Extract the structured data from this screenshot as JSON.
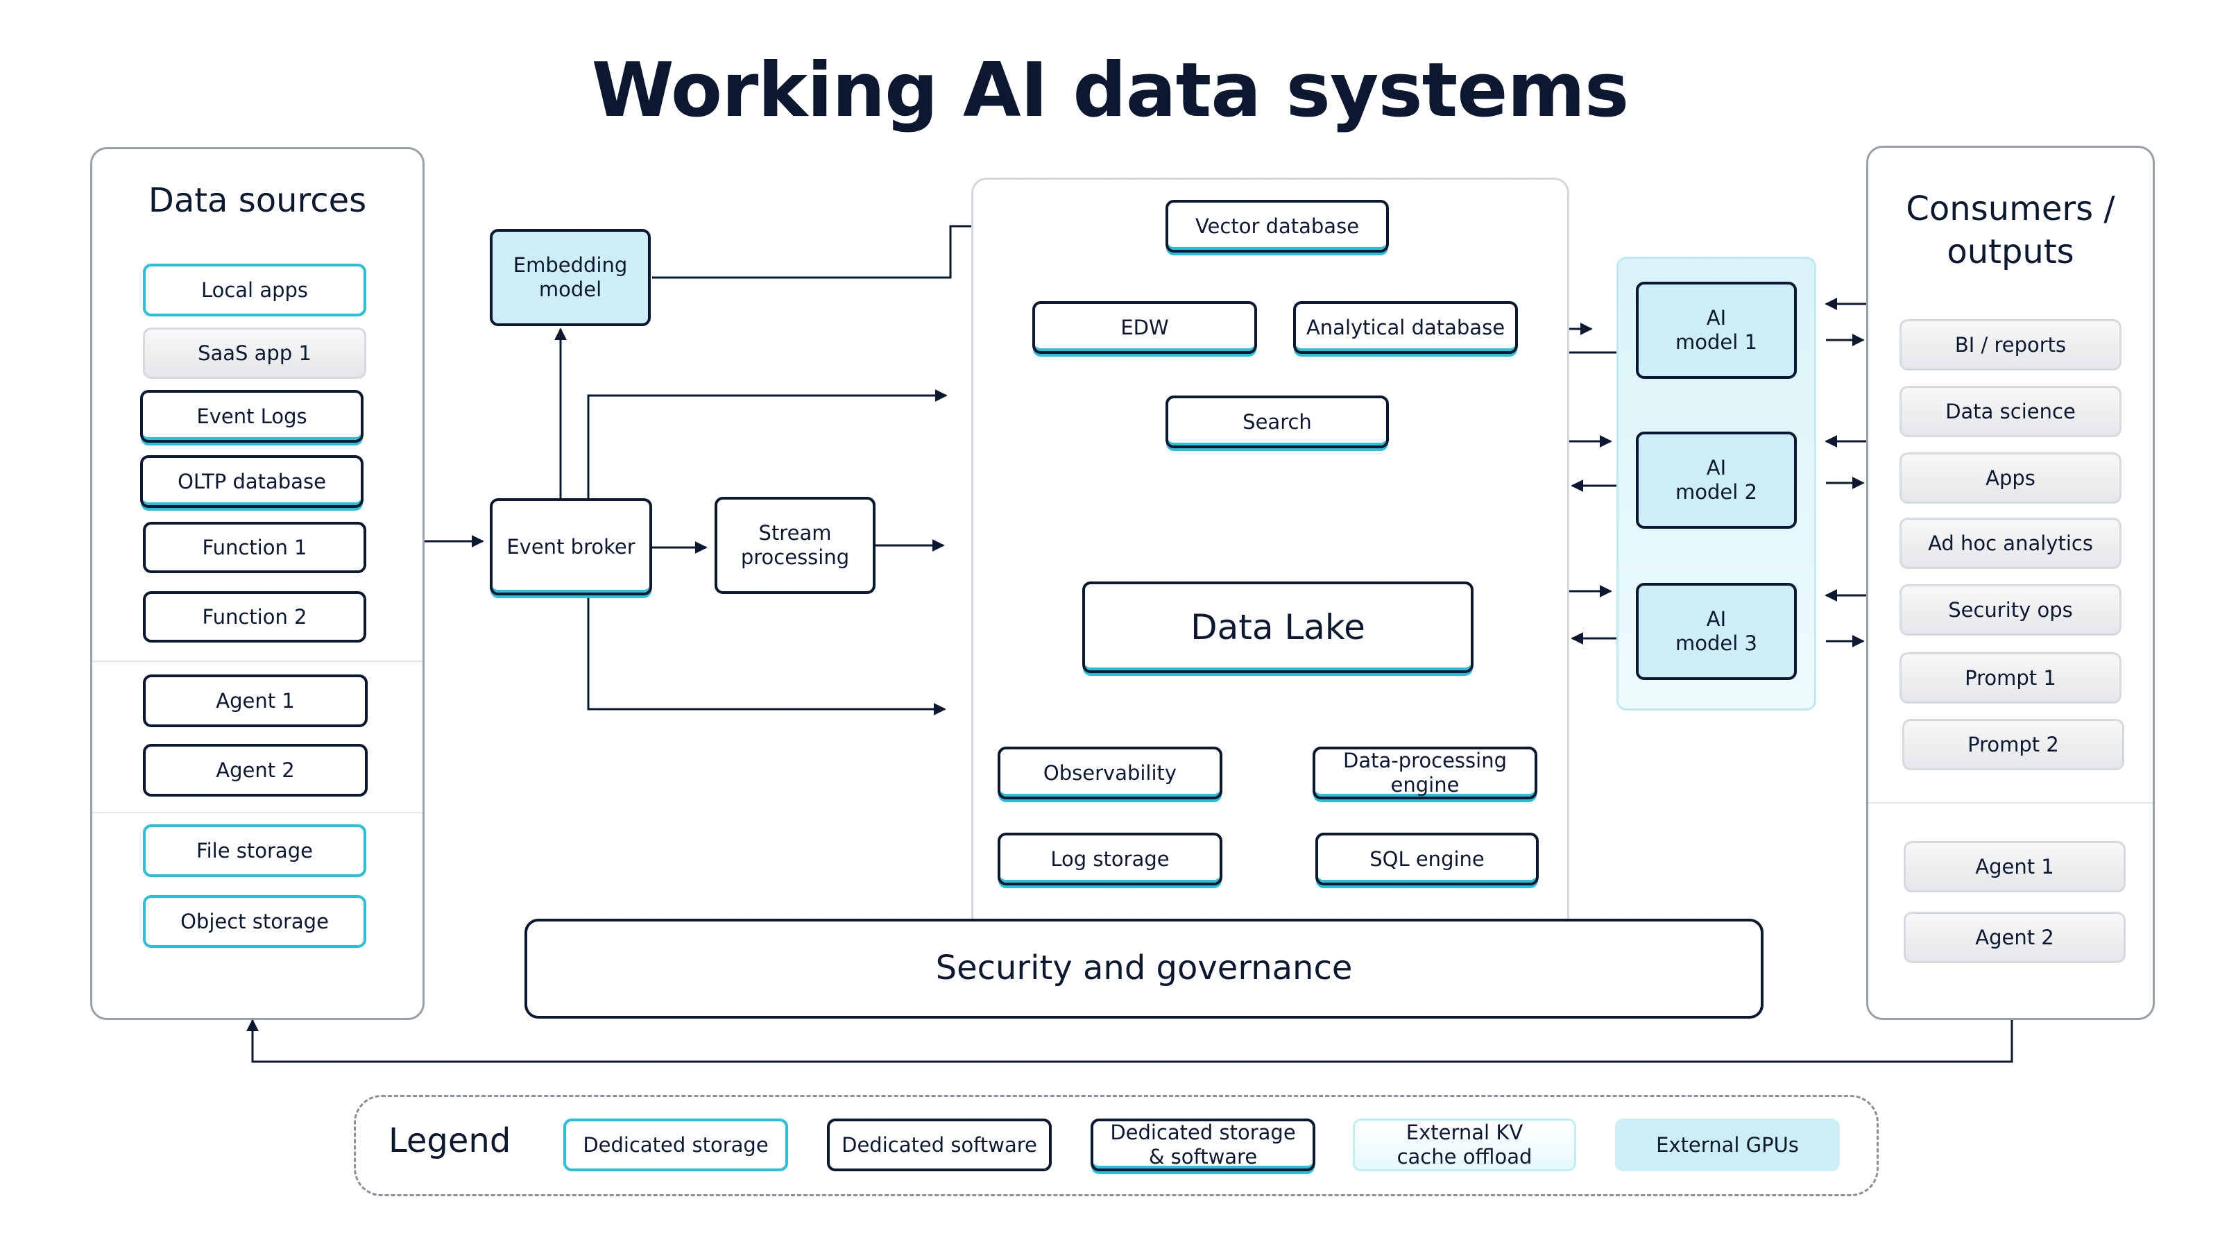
{
  "title": "Working AI data systems",
  "sources": {
    "title": "Data sources",
    "items": [
      "Local apps",
      "SaaS app 1",
      "Event Logs",
      "OLTP database",
      "Function 1",
      "Function 2",
      "Agent 1",
      "Agent 2",
      "File storage",
      "Object storage"
    ]
  },
  "consumers": {
    "title": "Consumers / outputs",
    "items": [
      "BI / reports",
      "Data science",
      "Apps",
      "Ad hoc analytics",
      "Security ops",
      "Prompt 1",
      "Prompt 2",
      "Agent 1",
      "Agent 2"
    ]
  },
  "middle": {
    "embedding": "Embedding model",
    "broker": "Event broker",
    "stream": "Stream processing",
    "vector_db": "Vector database",
    "edw": "EDW",
    "analytical_db": "Analytical database",
    "search": "Search",
    "data_lake": "Data Lake",
    "observability": "Observability",
    "dp_engine": "Data-processing engine",
    "log_storage": "Log storage",
    "sql_engine": "SQL engine",
    "security": "Security and governance"
  },
  "ai_models": [
    "AI model 1",
    "AI model 2",
    "AI model 3"
  ],
  "legend": {
    "label": "Legend",
    "items": [
      "Dedicated storage",
      "Dedicated software",
      "Dedicated storage & software",
      "External KV cache offload",
      "External GPUs"
    ]
  },
  "colors": {
    "navy": "#0c1730",
    "teal": "#2bbfd9",
    "gpu_fill": "#cdeef6",
    "grey_fill": "#e4e6e9"
  }
}
